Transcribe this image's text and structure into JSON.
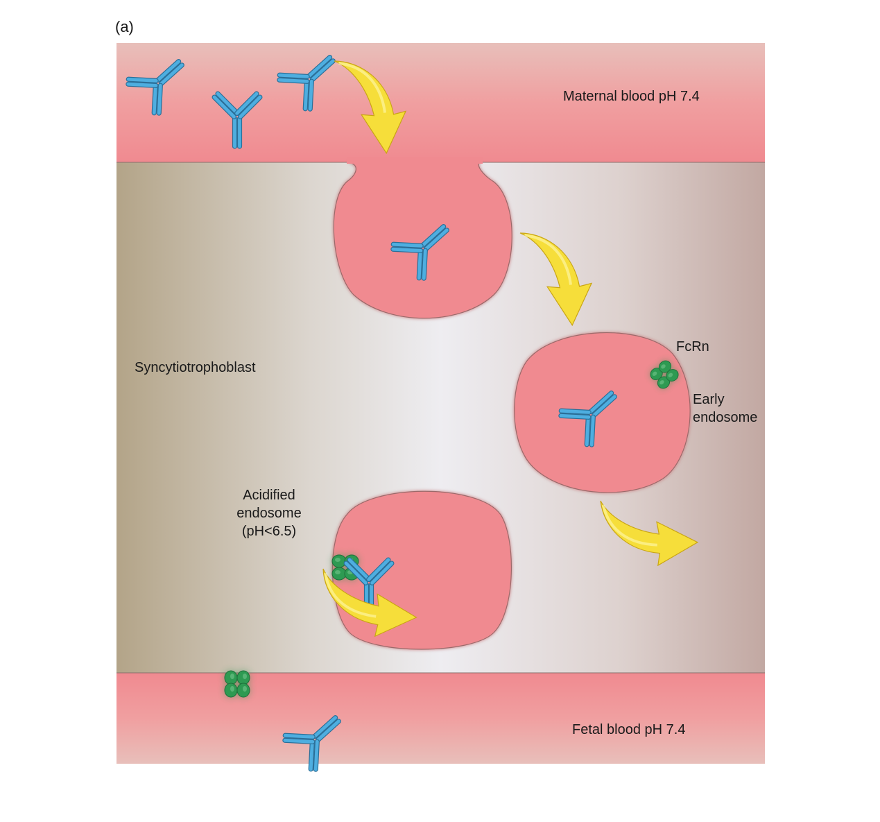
{
  "panel_label": "(a)",
  "labels": {
    "maternal": "Maternal blood pH 7.4",
    "fetal": "Fetal blood pH 7.4",
    "syncytio": "Syncytiotrophoblast",
    "fcrn": "FcRn",
    "early_endosome": [
      "Early",
      "endosome"
    ],
    "acidified_endosome": [
      "Acidified",
      "endosome",
      "(pH<6.5)"
    ]
  },
  "colors": {
    "blood": "#f08c90",
    "antibody": "#4eaee0",
    "fcrn": "#2e9a52",
    "arrow": "#f6dc3c",
    "tissue_left": "#b5a58a",
    "tissue_center": "#ecebef",
    "tissue_right": "#c5aca7"
  }
}
